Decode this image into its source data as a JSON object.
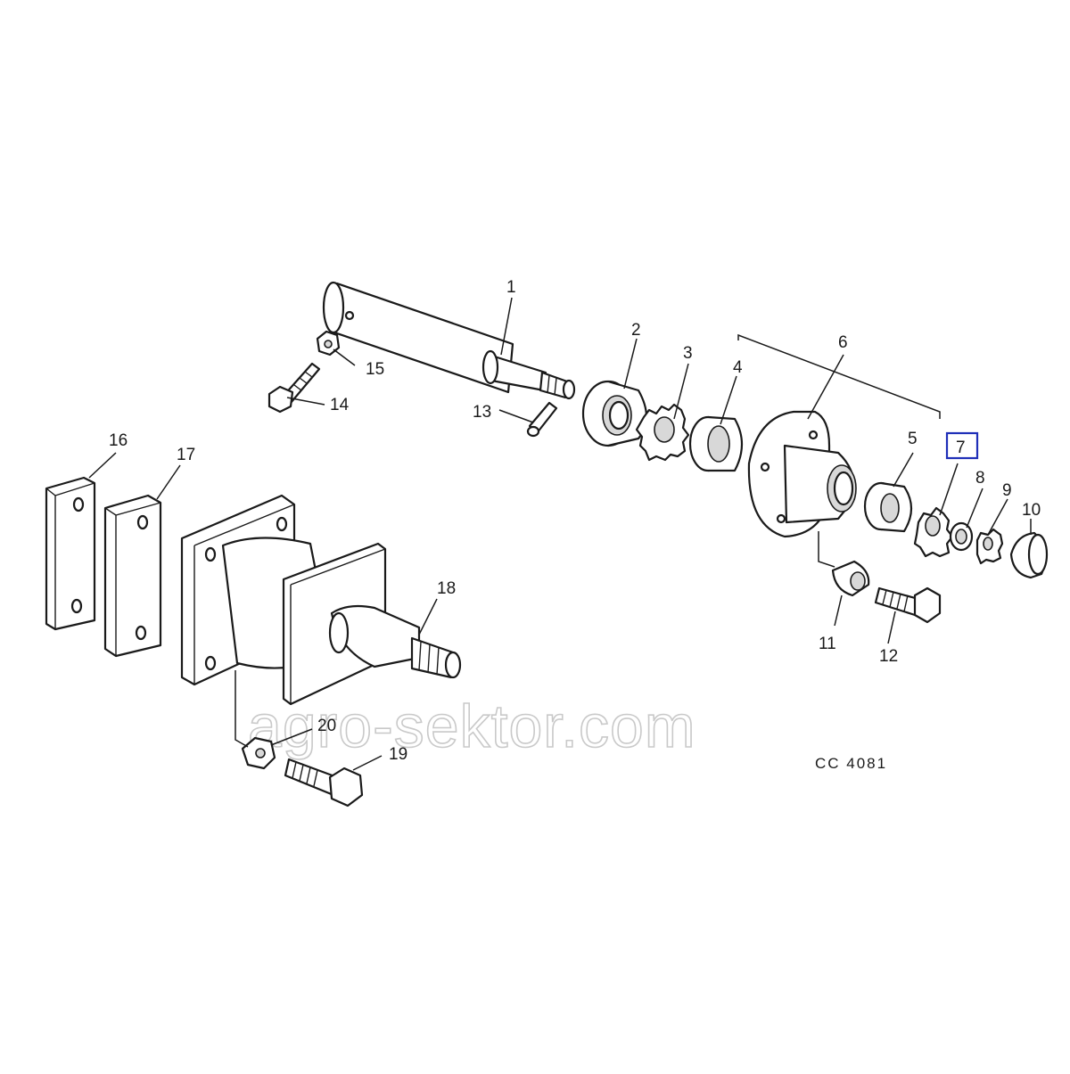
{
  "watermark": "agro-sektor.com",
  "drawing_code": "CC  4081",
  "highlight_color": "#1f2fb8",
  "highlighted_label": "7",
  "labels": {
    "p1": "1",
    "p2": "2",
    "p3": "3",
    "p4": "4",
    "p5": "5",
    "p6": "6",
    "p7": "7",
    "p8": "8",
    "p9": "9",
    "p10": "10",
    "p11": "11",
    "p12": "12",
    "p13": "13",
    "p14": "14",
    "p15": "15",
    "p16": "16",
    "p17": "17",
    "p18": "18",
    "p19": "19",
    "p20": "20"
  }
}
